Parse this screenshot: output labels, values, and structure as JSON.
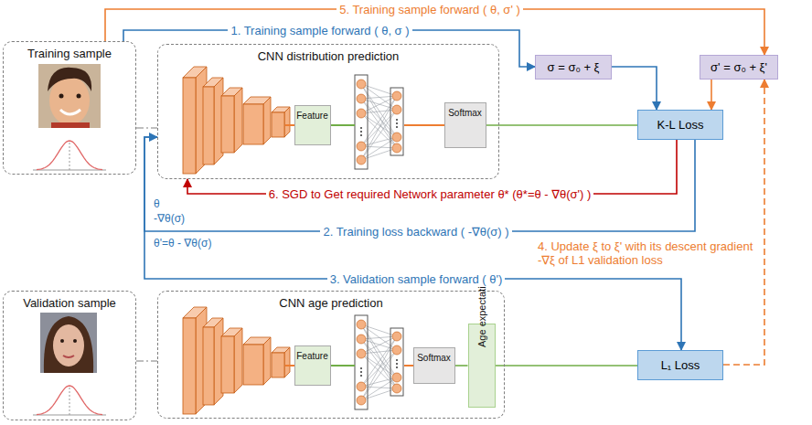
{
  "diagram": {
    "nodes": [
      {
        "text": [
          "Training sample"
        ]
      },
      {
        "text": [
          "CNN distribution prediction"
        ]
      },
      {
        "text": [
          "Feature"
        ],
        "in": 1
      },
      {
        "text": [
          "Softmax"
        ],
        "in": 1
      },
      {
        "text": [
          "σ = σ₀ + ξ"
        ]
      },
      {
        "text": [
          "σ' = σ₀ + ξ'"
        ]
      },
      {
        "text": [
          "K-L Loss"
        ]
      },
      {
        "text": [
          "Validation sample"
        ]
      },
      {
        "text": [
          "CNN age prediction"
        ]
      },
      {
        "text": [
          "Feature"
        ],
        "in": 8
      },
      {
        "text": [
          "Softmax"
        ],
        "in": 8
      },
      {
        "text": [
          "Age expectation"
        ],
        "in": 8
      },
      {
        "text": [
          "L₁ Loss"
        ]
      }
    ],
    "edges": [
      {
        "from": 0,
        "to": 1,
        "arrow": "none"
      },
      {
        "from": 0,
        "to": 4,
        "label": "1. Training sample forward ( θ, σ )",
        "arrow": "to"
      },
      {
        "from": 4,
        "to": 6,
        "arrow": "to"
      },
      {
        "from": 0,
        "to": 5,
        "label": "5. Training sample forward ( θ, σ' )",
        "arrow": "to"
      },
      {
        "from": 5,
        "to": 6,
        "arrow": "to"
      },
      {
        "from": 3,
        "to": 6,
        "arrow": "none"
      },
      {
        "from": 6,
        "to": 1,
        "label": "6. SGD to Get required Network parameter θ* (θ*=θ - ∇θ(σ') )",
        "arrow": "to"
      },
      {
        "from": 6,
        "to": 1,
        "label": "2. Training loss backward ( -∇θ(σ) )",
        "arrow": "to"
      },
      {
        "from": 1,
        "to": 12,
        "label": "3. Validation sample forward ( θ')",
        "arrow": "to"
      },
      {
        "from": 12,
        "to": 5,
        "label": "4. Update ξ to ξ' with its descent gradient -∇ξ of L1 validation loss",
        "arrow": "to"
      },
      {
        "from": 7,
        "to": 8,
        "arrow": "none"
      },
      {
        "from": 10,
        "to": 11,
        "arrow": "none"
      },
      {
        "from": 11,
        "to": 12,
        "arrow": "none"
      }
    ],
    "labels": [
      "θ",
      "-∇θ(σ)",
      "θ'=θ - ∇θ(σ)"
    ]
  }
}
